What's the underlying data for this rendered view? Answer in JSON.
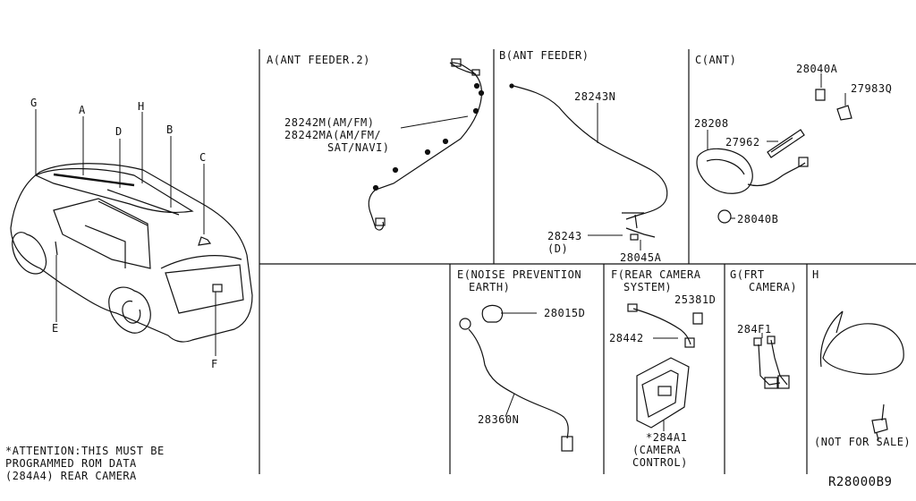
{
  "vehicle_overview": {
    "callouts": [
      "G",
      "A",
      "D",
      "H",
      "B",
      "C",
      "E",
      "F"
    ]
  },
  "sections": {
    "A": {
      "title": "A(ANT FEEDER.2)",
      "part1": "28242M(AM/FM)",
      "part2": "28242MA(AM/FM/",
      "part3": "SAT/NAVI)"
    },
    "B": {
      "title": "B(ANT FEEDER)",
      "part1": "28243N",
      "part2": "28243",
      "part2_sub": "(D)",
      "part3": "28045A"
    },
    "C": {
      "title": "C(ANT)",
      "part1": "28040A",
      "part2": "27983Q",
      "part3": "28208",
      "part4": "27962",
      "part5": "28040B"
    },
    "E": {
      "title": "E(NOISE PREVENTION",
      "title2": "EARTH)",
      "part1": "28015D",
      "part2": "28360N"
    },
    "F": {
      "title": "F(REAR CAMERA",
      "title2": "SYSTEM)",
      "part1": "25381D",
      "part2": "28442",
      "part3": "*284A1",
      "part3b": "(CAMERA",
      "part3c": "CONTROL)"
    },
    "G": {
      "title": "G(FRT",
      "title2": "CAMERA)",
      "part1": "284F1"
    },
    "H": {
      "title": "H",
      "note": "(NOT FOR SALE)"
    }
  },
  "attention": {
    "line1": "*ATTENTION:THIS MUST BE",
    "line2": "PROGRAMMED ROM DATA",
    "line3": "(284A4) REAR CAMERA"
  },
  "diagram_id": "R28000B9"
}
